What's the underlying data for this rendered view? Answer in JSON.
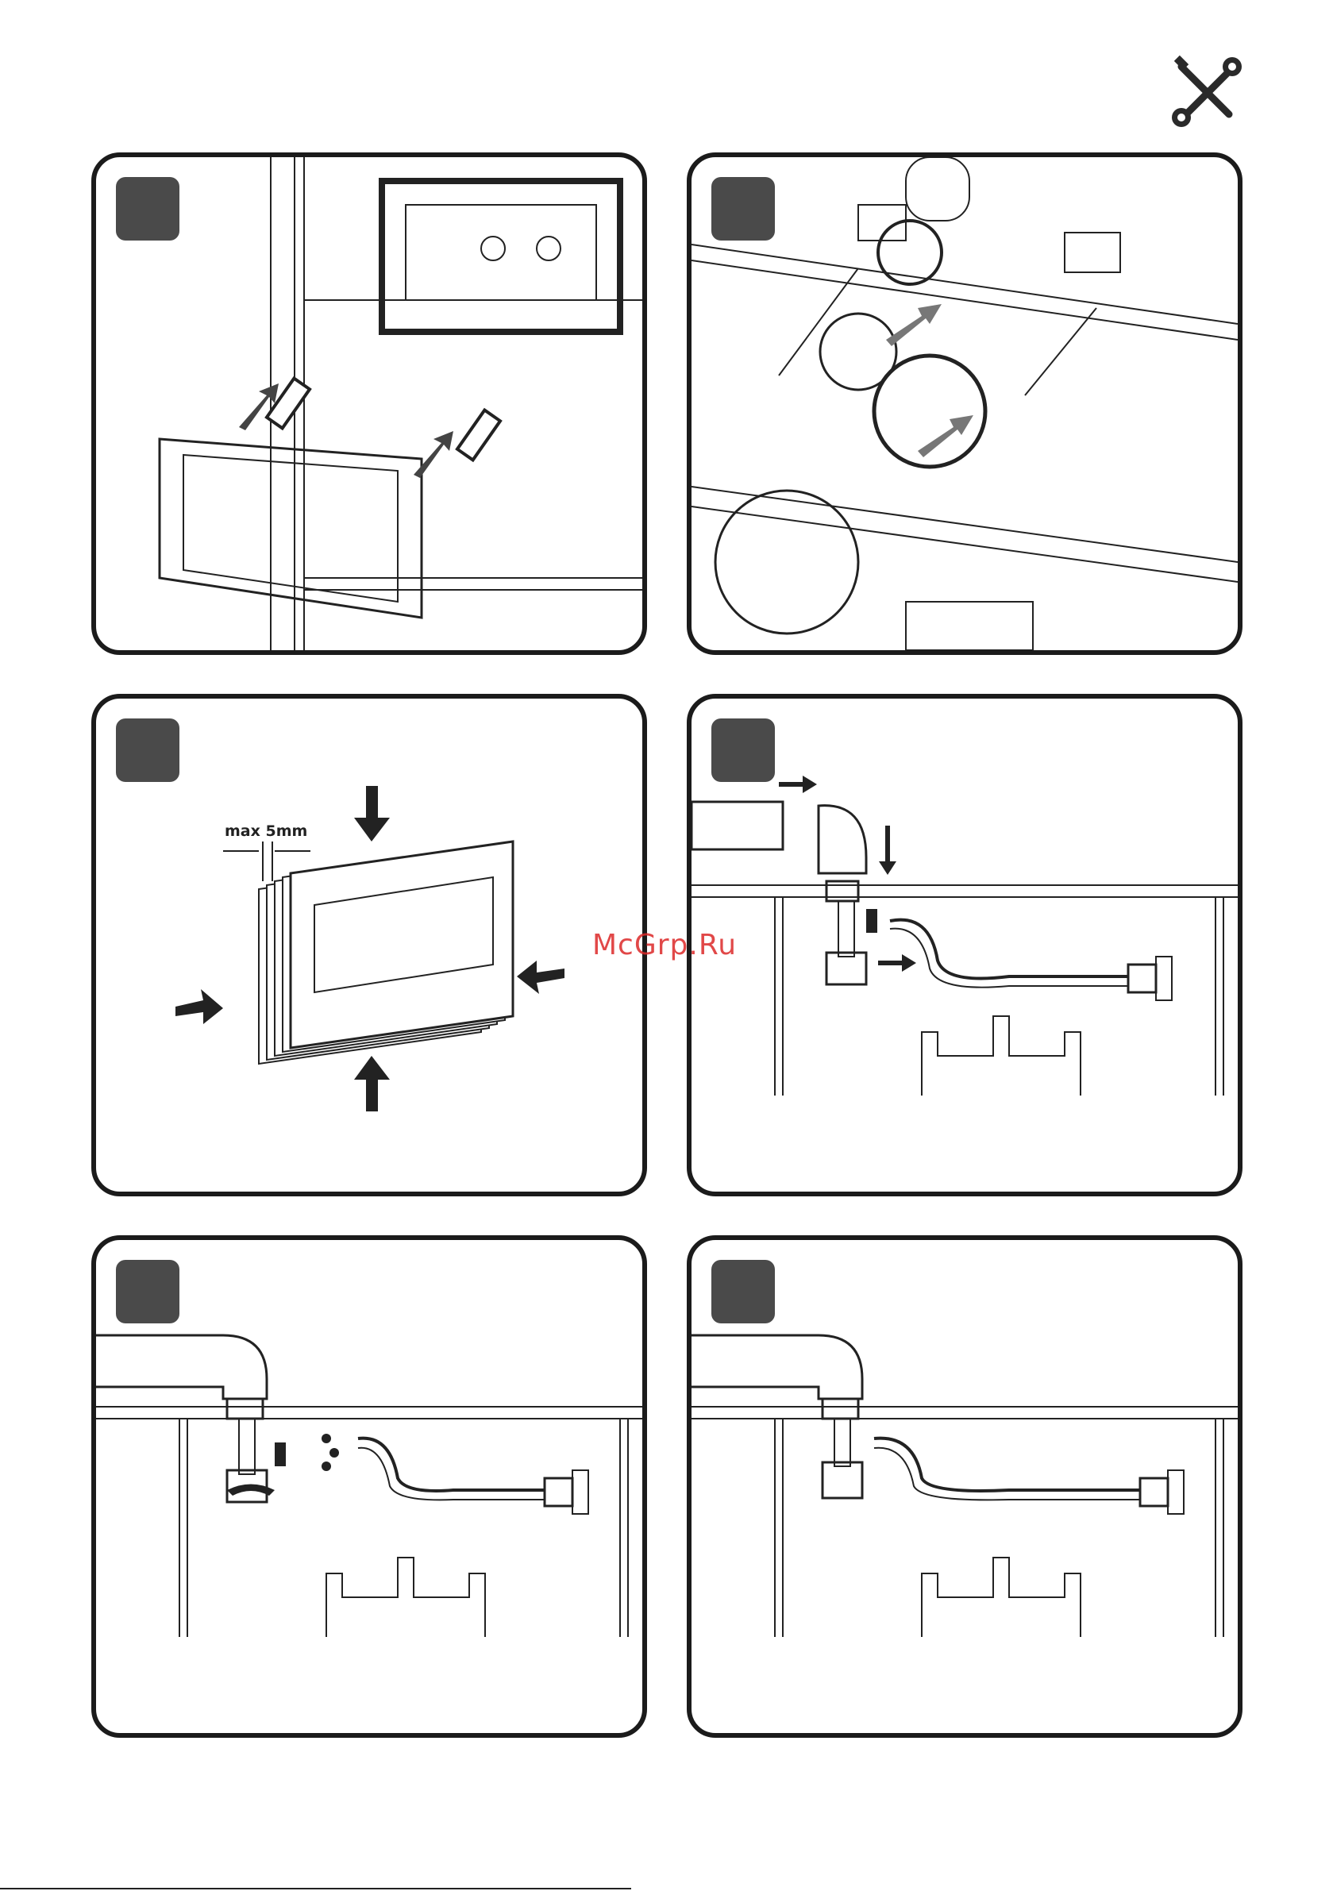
{
  "header": {
    "icon": "tools-icon"
  },
  "panels": [
    {
      "id": "panel-1",
      "icon": "flush-plate-install-illustration"
    },
    {
      "id": "panel-2",
      "icon": "drain-connector-illustration"
    },
    {
      "id": "panel-3",
      "icon": "plate-spacing-illustration",
      "dimension_label": "max 5mm"
    },
    {
      "id": "panel-4",
      "icon": "water-inlet-connection-illustration"
    },
    {
      "id": "panel-5",
      "icon": "leak-check-illustration"
    },
    {
      "id": "panel-6",
      "icon": "final-connection-illustration"
    }
  ],
  "watermark": "McGrp.Ru"
}
